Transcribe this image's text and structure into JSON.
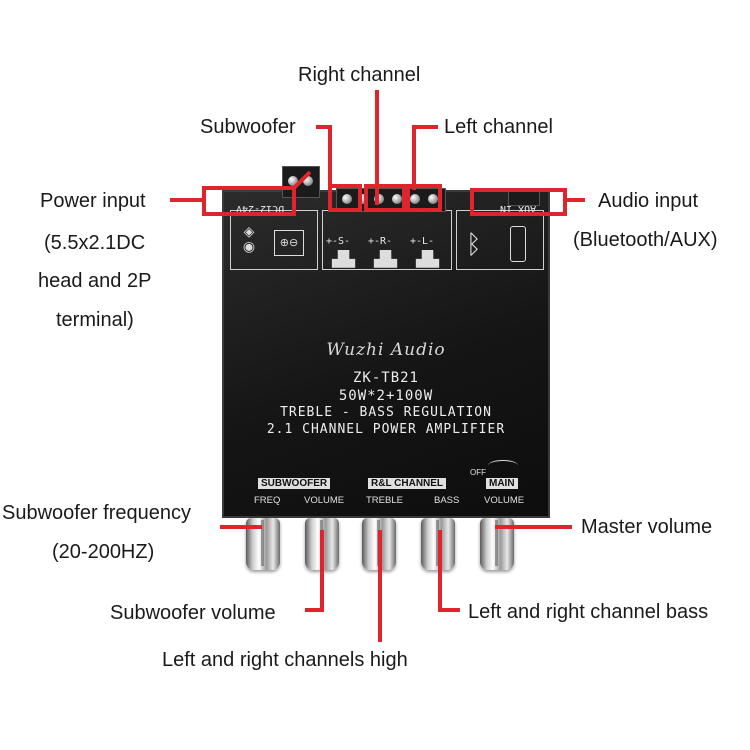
{
  "labels": {
    "right_channel": "Right channel",
    "subwoofer": "Subwoofer",
    "left_channel": "Left channel",
    "power_input_1": "Power input",
    "power_input_2": "(5.5x2.1DC",
    "power_input_3": "head and 2P",
    "power_input_4": "terminal)",
    "audio_input_1": "Audio input",
    "audio_input_2": "(Bluetooth/AUX)",
    "sub_freq_1": "Subwoofer frequency",
    "sub_freq_2": "(20-200HZ)",
    "master_volume": "Master volume",
    "sub_volume": "Subwoofer volume",
    "lr_bass": "Left and right channel bass",
    "lr_high": "Left and right channels high"
  },
  "board": {
    "brand": "Wuzhi Audio",
    "model": "ZK-TB21",
    "power": "50W*2+100W",
    "line1": "TREBLE - BASS REGULATION",
    "line2": "2.1 CHANNEL POWER AMPLIFIER",
    "dc_label": "DC12-24V",
    "aux_label": "AUX IN",
    "sub_marker": "+-S-",
    "r_marker": "+-R-",
    "l_marker": "+-L-",
    "group_sub": "SUBWOOFER",
    "group_rl": "R&L CHANNEL",
    "group_main": "MAIN",
    "sub_freq": "FREQ",
    "sub_vol": "VOLUME",
    "treble": "TREBLE",
    "bass": "BASS",
    "main_vol": "VOLUME",
    "off": "OFF"
  },
  "colors": {
    "leader": "#e0242b",
    "board": "#161616"
  }
}
